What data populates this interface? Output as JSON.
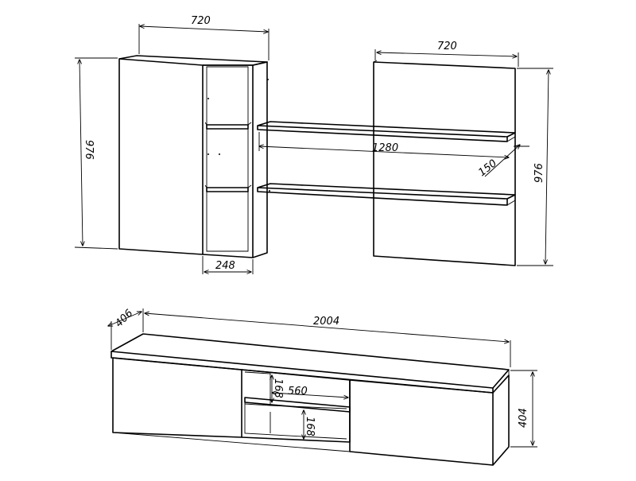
{
  "dimensions": {
    "top_cabinet_width": "720",
    "top_cabinet_height": "976",
    "top_cabinet_depth": "248",
    "panel_width": "720",
    "panel_height": "976",
    "shelf_length": "1280",
    "shelf_depth": "150",
    "base_depth": "406",
    "base_length": "2004",
    "base_height": "404",
    "niche_width": "560",
    "niche_upper_height": "168",
    "niche_lower_height": "168"
  }
}
